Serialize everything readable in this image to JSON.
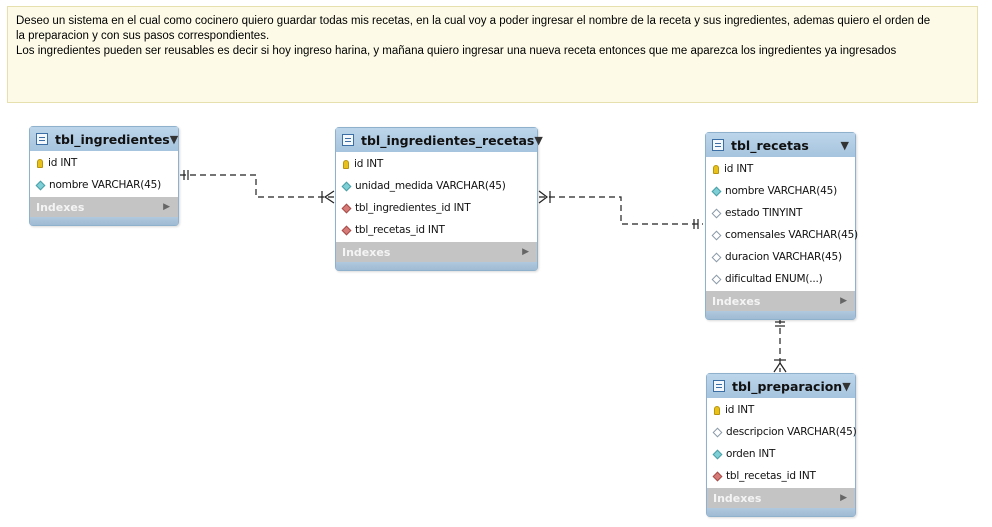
{
  "note": {
    "lines": [
      "Deseo un sistema en el cual como cocinero quiero guardar todas mis recetas, en la cual voy a poder ingresar el nombre de la receta y sus ingredientes, ademas quiero el orden de",
      "la preparacion y  con sus pasos correspondientes.",
      "Los ingredientes pueden ser reusables es decir si hoy ingreso harina, y mañana quiero ingresar una nueva receta entonces que me aparezca los ingredientes ya ingresados"
    ]
  },
  "indexes_label": "Indexes",
  "tables": {
    "ingredientes": {
      "name": "tbl_ingredientes",
      "columns": [
        {
          "kind": "pk",
          "text": "id INT"
        },
        {
          "kind": "col",
          "text": "nombre VARCHAR(45)"
        }
      ]
    },
    "ingredientes_recetas": {
      "name": "tbl_ingredientes_recetas",
      "columns": [
        {
          "kind": "pk",
          "text": "id INT"
        },
        {
          "kind": "col",
          "text": "unidad_medida VARCHAR(45)"
        },
        {
          "kind": "fk",
          "text": "tbl_ingredientes_id INT"
        },
        {
          "kind": "fk",
          "text": "tbl_recetas_id INT"
        }
      ]
    },
    "recetas": {
      "name": "tbl_recetas",
      "columns": [
        {
          "kind": "pk",
          "text": "id INT"
        },
        {
          "kind": "col",
          "text": "nombre VARCHAR(45)"
        },
        {
          "kind": "nul",
          "text": "estado TINYINT"
        },
        {
          "kind": "nul",
          "text": "comensales VARCHAR(45)"
        },
        {
          "kind": "nul",
          "text": "duracion VARCHAR(45)"
        },
        {
          "kind": "nul",
          "text": "dificultad ENUM(...)"
        }
      ]
    },
    "preparacion": {
      "name": "tbl_preparacion",
      "columns": [
        {
          "kind": "pk",
          "text": "id INT"
        },
        {
          "kind": "nul",
          "text": "descripcion VARCHAR(45)"
        },
        {
          "kind": "col",
          "text": "orden INT"
        },
        {
          "kind": "fk",
          "text": "tbl_recetas_id INT"
        }
      ]
    }
  }
}
